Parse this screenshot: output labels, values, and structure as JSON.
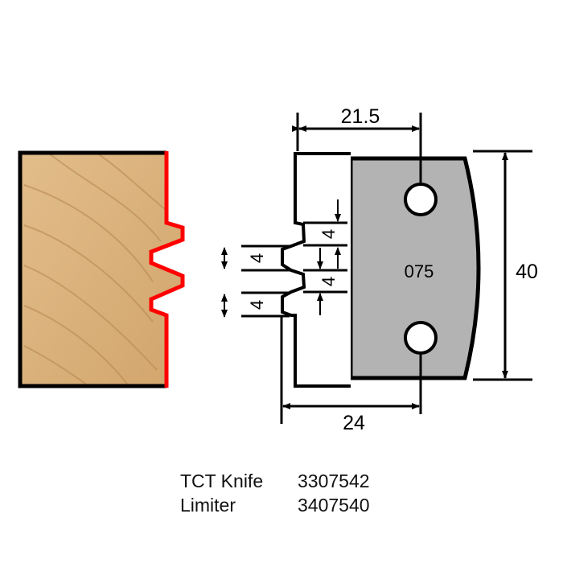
{
  "diagram": {
    "knife_code": "075",
    "dimensions": {
      "top_width": "21.5",
      "bottom_width": "24",
      "height": "40",
      "step": "4"
    },
    "colors": {
      "wood": "#d9b07a",
      "profile": "#ff0000",
      "knife": "#b3b3b3",
      "outline": "#000000"
    }
  },
  "parts": [
    {
      "label": "TCT Knife",
      "code": "3307542"
    },
    {
      "label": "Limiter",
      "code": "3407540"
    }
  ]
}
